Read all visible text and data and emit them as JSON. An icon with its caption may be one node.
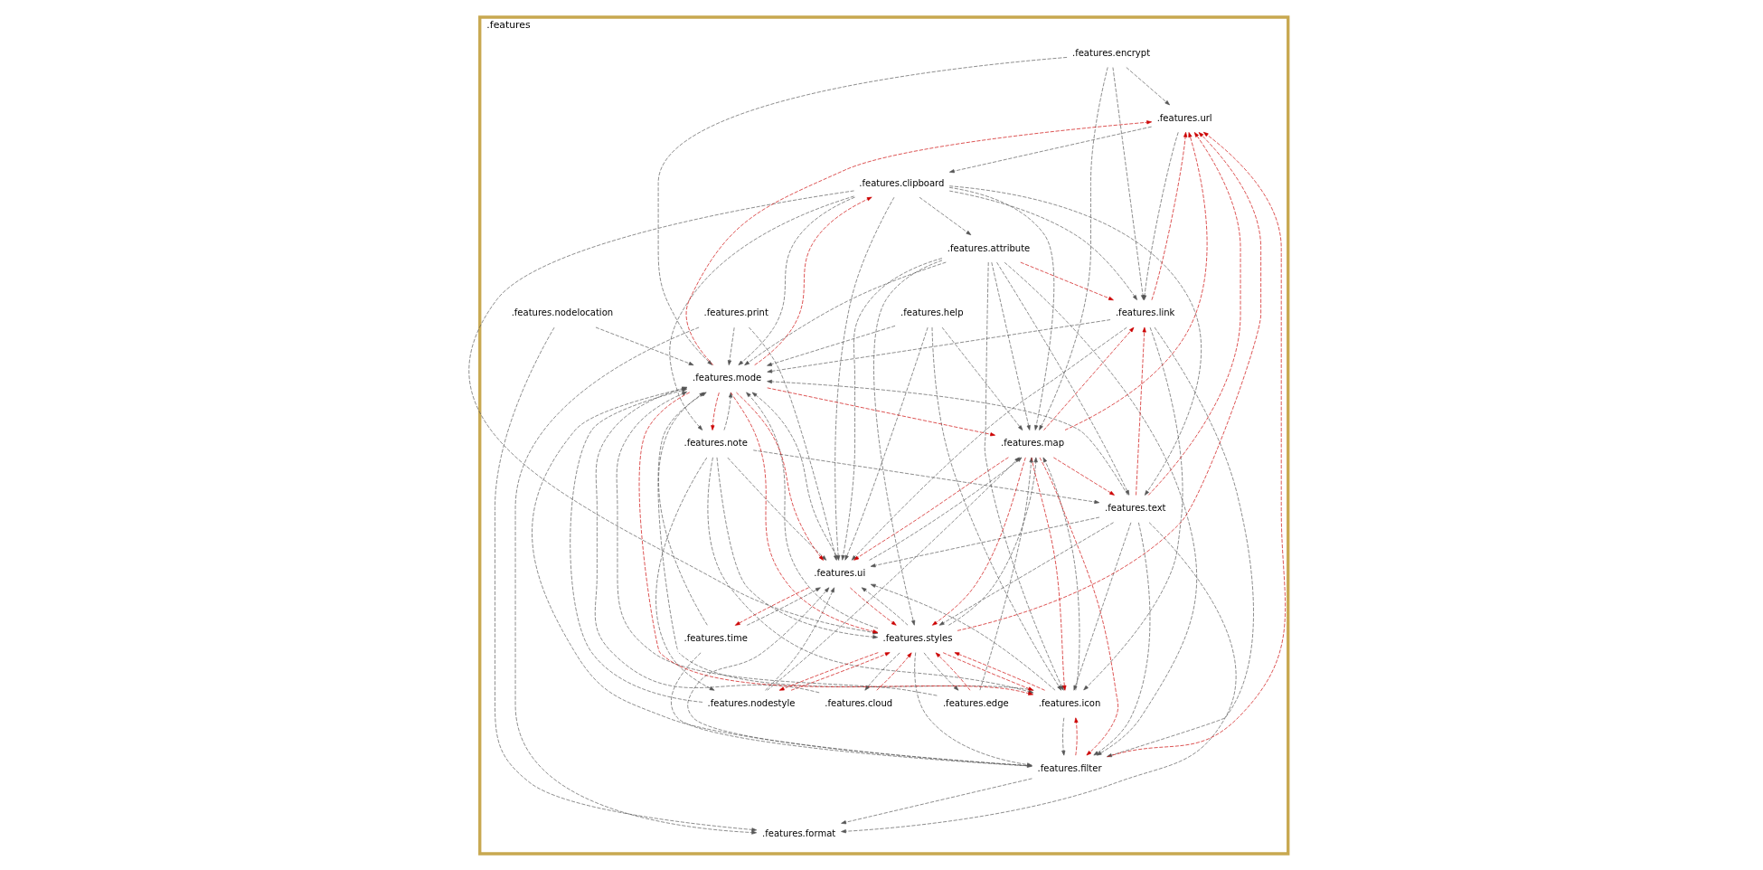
{
  "diagram": {
    "nodes": [
      {
        "text": [
          ".features"
        ]
      },
      {
        "text": [
          ".features.encrypt"
        ],
        "in": 0
      },
      {
        "text": [
          ".features.url"
        ],
        "in": 0
      },
      {
        "text": [
          ".features.clipboard"
        ],
        "in": 0
      },
      {
        "text": [
          ".features.link"
        ],
        "in": 0
      },
      {
        "text": [
          ".features.note"
        ],
        "in": 0
      },
      {
        "text": [
          ".features.attribute"
        ],
        "in": 0
      },
      {
        "text": [
          ".features.text"
        ],
        "in": 0
      },
      {
        "text": [
          ".features.help"
        ],
        "in": 0
      },
      {
        "text": [
          ".features.icon"
        ],
        "in": 0
      },
      {
        "text": [
          ".features.styles"
        ],
        "in": 0
      },
      {
        "text": [
          ".features.time"
        ],
        "in": 0
      },
      {
        "text": [
          ".features.nodestyle"
        ],
        "in": 0
      },
      {
        "text": [
          ".features.filter"
        ],
        "in": 0
      },
      {
        "text": [
          ".features.print"
        ],
        "in": 0
      },
      {
        "text": [
          ".features.cloud"
        ],
        "in": 0
      },
      {
        "text": [
          ".features.edge"
        ],
        "in": 0
      },
      {
        "text": [
          ".features.ui"
        ],
        "in": 0
      },
      {
        "text": [
          ".features.nodelocation"
        ],
        "in": 0
      },
      {
        "text": [
          ".features.format"
        ],
        "in": 0
      },
      {
        "text": [
          ".features.map"
        ],
        "in": 0
      },
      {
        "text": [
          ".features.mode"
        ],
        "in": 0
      }
    ],
    "edges": [
      {
        "from": 1,
        "to": 2,
        "arrow": "to",
        "style": "dashed"
      },
      {
        "from": 1,
        "to": 4,
        "arrow": "to",
        "style": "dashed"
      },
      {
        "from": 1,
        "to": 20,
        "arrow": "to",
        "style": "dashed"
      },
      {
        "from": 1,
        "to": 21,
        "arrow": "to",
        "style": "dashed"
      },
      {
        "from": 2,
        "to": 3,
        "arrow": "to",
        "style": "dashed"
      },
      {
        "from": 2,
        "to": 4,
        "arrow": "to",
        "style": "dashed"
      },
      {
        "from": 3,
        "to": 5,
        "arrow": "to",
        "style": "dashed"
      },
      {
        "from": 3,
        "to": 4,
        "arrow": "to",
        "style": "dashed"
      },
      {
        "from": 3,
        "to": 6,
        "arrow": "to",
        "style": "dashed"
      },
      {
        "from": 3,
        "to": 7,
        "arrow": "to",
        "style": "dashed"
      },
      {
        "from": 3,
        "to": 10,
        "arrow": "to",
        "style": "dashed"
      },
      {
        "from": 3,
        "to": 17,
        "arrow": "to",
        "style": "dashed"
      },
      {
        "from": 3,
        "to": 20,
        "arrow": "to",
        "style": "dashed"
      },
      {
        "from": 3,
        "to": 21,
        "arrow": "to",
        "style": "dashed"
      },
      {
        "from": 4,
        "to": 2,
        "arrow": "to",
        "style": "dashed",
        "color": "#cc0000"
      },
      {
        "from": 4,
        "to": 9,
        "arrow": "to",
        "style": "dashed"
      },
      {
        "from": 4,
        "to": 13,
        "arrow": "to",
        "style": "dashed"
      },
      {
        "from": 4,
        "to": 17,
        "arrow": "to",
        "style": "dashed"
      },
      {
        "from": 4,
        "to": 21,
        "arrow": "to",
        "style": "dashed"
      },
      {
        "from": 5,
        "to": 7,
        "arrow": "to",
        "style": "dashed"
      },
      {
        "from": 5,
        "to": 9,
        "arrow": "to",
        "style": "dashed"
      },
      {
        "from": 5,
        "to": 10,
        "arrow": "to",
        "style": "dashed"
      },
      {
        "from": 5,
        "to": 12,
        "arrow": "to",
        "style": "dashed"
      },
      {
        "from": 5,
        "to": 17,
        "arrow": "to",
        "style": "dashed"
      },
      {
        "from": 5,
        "to": 21,
        "arrow": "to",
        "style": "dashed"
      },
      {
        "from": 6,
        "to": 4,
        "arrow": "to",
        "style": "dashed",
        "color": "#cc0000"
      },
      {
        "from": 6,
        "to": 7,
        "arrow": "to",
        "style": "dashed"
      },
      {
        "from": 6,
        "to": 9,
        "arrow": "to",
        "style": "dashed"
      },
      {
        "from": 6,
        "to": 10,
        "arrow": "to",
        "style": "dashed"
      },
      {
        "from": 6,
        "to": 13,
        "arrow": "to",
        "style": "dashed"
      },
      {
        "from": 6,
        "to": 17,
        "arrow": "to",
        "style": "dashed"
      },
      {
        "from": 6,
        "to": 20,
        "arrow": "to",
        "style": "dashed"
      },
      {
        "from": 6,
        "to": 21,
        "arrow": "to",
        "style": "dashed"
      },
      {
        "from": 7,
        "to": 2,
        "arrow": "to",
        "style": "dashed",
        "color": "#cc0000"
      },
      {
        "from": 7,
        "to": 4,
        "arrow": "to",
        "style": "dashed",
        "color": "#cc0000"
      },
      {
        "from": 7,
        "to": 9,
        "arrow": "to",
        "style": "dashed"
      },
      {
        "from": 7,
        "to": 10,
        "arrow": "to",
        "style": "dashed"
      },
      {
        "from": 7,
        "to": 13,
        "arrow": "to",
        "style": "dashed"
      },
      {
        "from": 7,
        "to": 17,
        "arrow": "to",
        "style": "dashed"
      },
      {
        "from": 7,
        "to": 19,
        "arrow": "to",
        "style": "dashed"
      },
      {
        "from": 7,
        "to": 21,
        "arrow": "to",
        "style": "dashed"
      },
      {
        "from": 8,
        "to": 9,
        "arrow": "to",
        "style": "dashed"
      },
      {
        "from": 8,
        "to": 17,
        "arrow": "to",
        "style": "dashed"
      },
      {
        "from": 8,
        "to": 20,
        "arrow": "to",
        "style": "dashed"
      },
      {
        "from": 8,
        "to": 21,
        "arrow": "to",
        "style": "dashed"
      },
      {
        "from": 9,
        "to": 10,
        "arrow": "to",
        "style": "dashed",
        "color": "#cc0000"
      },
      {
        "from": 9,
        "to": 13,
        "arrow": "to",
        "style": "dashed"
      },
      {
        "from": 9,
        "to": 17,
        "arrow": "to",
        "style": "dashed"
      },
      {
        "from": 9,
        "to": 20,
        "arrow": "to",
        "style": "dashed"
      },
      {
        "from": 9,
        "to": 21,
        "arrow": "to",
        "style": "dashed"
      },
      {
        "from": 10,
        "to": 2,
        "arrow": "to",
        "style": "dashed",
        "color": "#cc0000"
      },
      {
        "from": 10,
        "to": 9,
        "arrow": "to",
        "style": "dashed",
        "color": "#cc0000"
      },
      {
        "from": 10,
        "to": 12,
        "arrow": "to",
        "style": "dashed",
        "color": "#cc0000"
      },
      {
        "from": 10,
        "to": 13,
        "arrow": "to",
        "style": "dashed"
      },
      {
        "from": 10,
        "to": 15,
        "arrow": "to",
        "style": "dashed"
      },
      {
        "from": 10,
        "to": 16,
        "arrow": "to",
        "style": "dashed"
      },
      {
        "from": 10,
        "to": 17,
        "arrow": "to",
        "style": "dashed"
      },
      {
        "from": 10,
        "to": 20,
        "arrow": "to",
        "style": "dashed"
      },
      {
        "from": 10,
        "to": 21,
        "arrow": "to",
        "style": "dashed"
      },
      {
        "from": 11,
        "to": 17,
        "arrow": "to",
        "style": "dashed"
      },
      {
        "from": 11,
        "to": 13,
        "arrow": "to",
        "style": "dashed"
      },
      {
        "from": 11,
        "to": 21,
        "arrow": "to",
        "style": "dashed"
      },
      {
        "from": 12,
        "to": 10,
        "arrow": "to",
        "style": "dashed",
        "color": "#cc0000"
      },
      {
        "from": 12,
        "to": 17,
        "arrow": "to",
        "style": "dashed"
      },
      {
        "from": 12,
        "to": 20,
        "arrow": "to",
        "style": "dashed"
      },
      {
        "from": 12,
        "to": 21,
        "arrow": "to",
        "style": "dashed"
      },
      {
        "from": 13,
        "to": 2,
        "arrow": "to",
        "style": "dashed",
        "color": "#cc0000"
      },
      {
        "from": 13,
        "to": 9,
        "arrow": "to",
        "style": "dashed",
        "color": "#cc0000"
      },
      {
        "from": 13,
        "to": 17,
        "arrow": "to",
        "style": "dashed"
      },
      {
        "from": 13,
        "to": 19,
        "arrow": "to",
        "style": "dashed"
      },
      {
        "from": 13,
        "to": 21,
        "arrow": "to",
        "style": "dashed"
      },
      {
        "from": 14,
        "to": 17,
        "arrow": "to",
        "style": "dashed"
      },
      {
        "from": 14,
        "to": 19,
        "arrow": "to",
        "style": "dashed"
      },
      {
        "from": 14,
        "to": 21,
        "arrow": "to",
        "style": "dashed"
      },
      {
        "from": 15,
        "to": 10,
        "arrow": "to",
        "style": "dashed",
        "color": "#cc0000"
      },
      {
        "from": 15,
        "to": 21,
        "arrow": "to",
        "style": "dashed"
      },
      {
        "from": 16,
        "to": 10,
        "arrow": "to",
        "style": "dashed",
        "color": "#cc0000"
      },
      {
        "from": 16,
        "to": 20,
        "arrow": "to",
        "style": "dashed"
      },
      {
        "from": 16,
        "to": 21,
        "arrow": "to",
        "style": "dashed"
      },
      {
        "from": 17,
        "to": 10,
        "arrow": "to",
        "style": "dashed",
        "color": "#cc0000"
      },
      {
        "from": 17,
        "to": 11,
        "arrow": "to",
        "style": "dashed",
        "color": "#cc0000"
      },
      {
        "from": 17,
        "to": 20,
        "arrow": "to",
        "style": "dashed"
      },
      {
        "from": 17,
        "to": 21,
        "arrow": "to",
        "style": "dashed"
      },
      {
        "from": 18,
        "to": 19,
        "arrow": "to",
        "style": "dashed"
      },
      {
        "from": 18,
        "to": 21,
        "arrow": "to",
        "style": "dashed"
      },
      {
        "from": 20,
        "to": 2,
        "arrow": "to",
        "style": "dashed",
        "color": "#cc0000"
      },
      {
        "from": 20,
        "to": 4,
        "arrow": "to",
        "style": "dashed",
        "color": "#cc0000"
      },
      {
        "from": 20,
        "to": 7,
        "arrow": "to",
        "style": "dashed",
        "color": "#cc0000"
      },
      {
        "from": 20,
        "to": 9,
        "arrow": "to",
        "style": "dashed",
        "color": "#cc0000"
      },
      {
        "from": 20,
        "to": 10,
        "arrow": "to",
        "style": "dashed",
        "color": "#cc0000"
      },
      {
        "from": 20,
        "to": 13,
        "arrow": "to",
        "style": "dashed",
        "color": "#cc0000"
      },
      {
        "from": 20,
        "to": 17,
        "arrow": "to",
        "style": "dashed",
        "color": "#cc0000"
      },
      {
        "from": 21,
        "to": 2,
        "arrow": "to",
        "style": "dashed",
        "color": "#cc0000"
      },
      {
        "from": 21,
        "to": 3,
        "arrow": "to",
        "style": "dashed",
        "color": "#cc0000"
      },
      {
        "from": 21,
        "to": 5,
        "arrow": "to",
        "style": "dashed",
        "color": "#cc0000"
      },
      {
        "from": 21,
        "to": 9,
        "arrow": "to",
        "style": "dashed",
        "color": "#cc0000"
      },
      {
        "from": 21,
        "to": 10,
        "arrow": "to",
        "style": "dashed",
        "color": "#cc0000"
      },
      {
        "from": 21,
        "to": 17,
        "arrow": "to",
        "style": "dashed",
        "color": "#cc0000"
      },
      {
        "from": 21,
        "to": 20,
        "arrow": "to",
        "style": "dashed",
        "color": "#cc0000"
      }
    ]
  }
}
